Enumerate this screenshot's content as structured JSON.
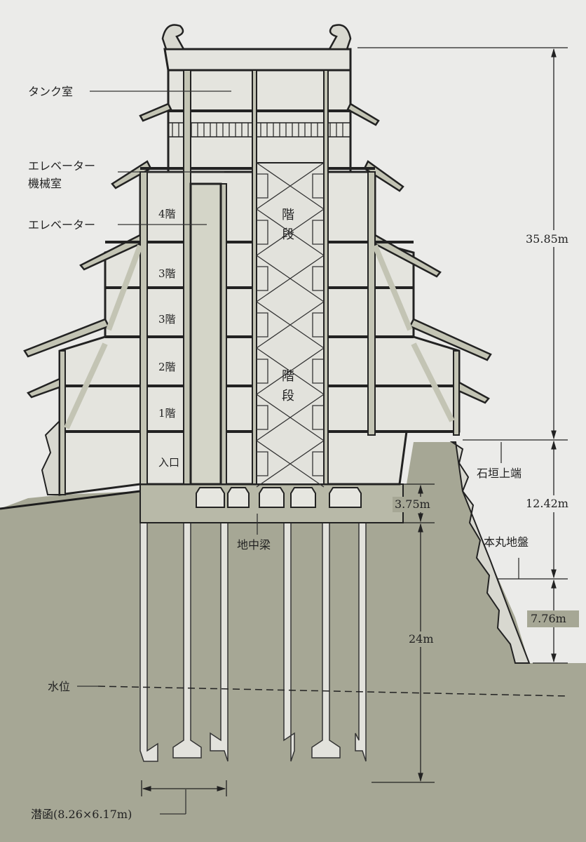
{
  "labels": {
    "tank_room": "タンク室",
    "elevator_machine_room_1": "エレベーター",
    "elevator_machine_room_2": "機械室",
    "elevator": "エレベーター",
    "ground_beam": "地中梁",
    "water_level": "水位",
    "caisson": "潜函(8.26×6.17m)",
    "stone_wall_top": "石垣上端",
    "honmaru_ground": "本丸地盤"
  },
  "rooms": {
    "f4": "4階",
    "f3a": "3階",
    "f3b": "3階",
    "f2": "2階",
    "f1": "1階",
    "entrance": "入口",
    "stairs_top_1": "階",
    "stairs_top_2": "段",
    "stairs_bottom_1": "階",
    "stairs_bottom_2": "段"
  },
  "dimensions": {
    "total_height": "35.85m",
    "stone_wall_height": "12.42m",
    "honmaru_height": "7.76m",
    "ground_beam_depth": "3.75m",
    "pile_depth": "24m"
  },
  "colors": {
    "background": "#ebebe9",
    "ground": "#a6a795",
    "structure": "#c3c4b4",
    "line": "#1e1e1e"
  }
}
